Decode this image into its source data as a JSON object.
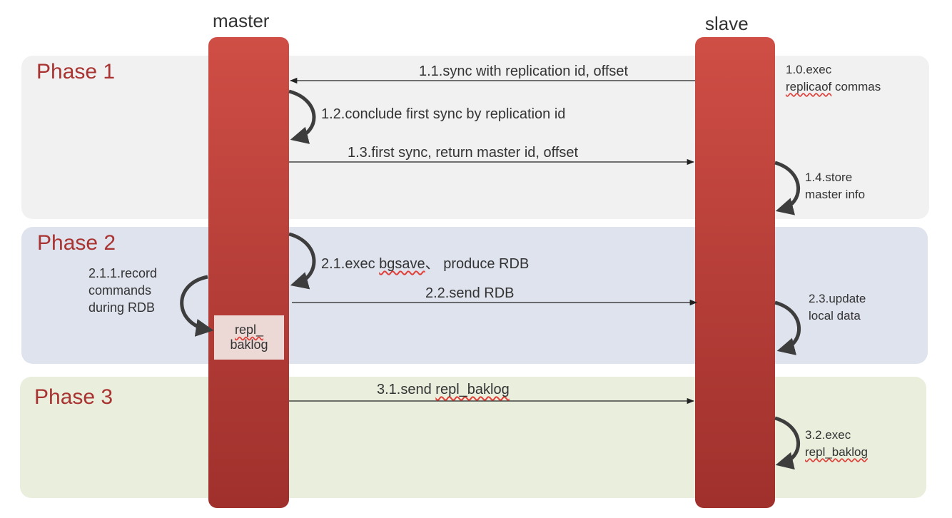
{
  "lanes": {
    "master": "master",
    "slave": "slave"
  },
  "phases": [
    "Phase 1",
    "Phase 2",
    "Phase 3"
  ],
  "steps": {
    "s1_0": {
      "line1": "1.0.exec",
      "line2_word": "replicaof",
      "line2_rest": " commas"
    },
    "s1_1": "1.1.sync with replication id, offset",
    "s1_2": "1.2.conclude first sync by replication id",
    "s1_3": "1.3.first sync, return master id, offset",
    "s1_4": {
      "line1": "1.4.store",
      "line2": "master info"
    },
    "s2_1": {
      "prefix": "2.1.exec ",
      "word": "bgsave",
      "rest": "、 produce RDB"
    },
    "s2_1_1": {
      "line1": "2.1.1.record",
      "line2": "commands",
      "line3": "during RDB"
    },
    "s2_2": "2.2.send RDB",
    "s2_3": {
      "line1": "2.3.update",
      "line2": "local data"
    },
    "s3_1": {
      "prefix": "3.1.send ",
      "word": "repl_baklog"
    },
    "s3_2": {
      "line1": "3.2.exec",
      "line2": "repl_baklog"
    }
  },
  "repl_buffer": {
    "line1": "repl_",
    "line2": "baklog"
  },
  "colors": {
    "phase_title": "#a93331",
    "lifeline": "#b9403a",
    "band1": "#f1f1f1",
    "band2": "#dfe3ee",
    "band3": "#e9eedd",
    "buffer_box": "#ecd8d5"
  }
}
